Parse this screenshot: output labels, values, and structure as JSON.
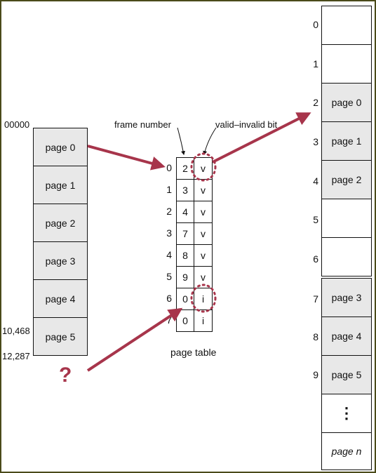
{
  "logical_memory": {
    "pages": [
      "page 0",
      "page 1",
      "page 2",
      "page 3",
      "page 4",
      "page 5"
    ],
    "addresses": {
      "start": "00000",
      "mid": "10,468",
      "end": "12,287"
    }
  },
  "page_table": {
    "caption": "page table",
    "frame_number_label": "frame number",
    "valid_bit_label": "valid–invalid bit",
    "rows": [
      {
        "index": "0",
        "frame": "2",
        "bit": "v"
      },
      {
        "index": "1",
        "frame": "3",
        "bit": "v"
      },
      {
        "index": "2",
        "frame": "4",
        "bit": "v"
      },
      {
        "index": "3",
        "frame": "7",
        "bit": "v"
      },
      {
        "index": "4",
        "frame": "8",
        "bit": "v"
      },
      {
        "index": "5",
        "frame": "9",
        "bit": "v"
      },
      {
        "index": "6",
        "frame": "0",
        "bit": "i"
      },
      {
        "index": "7",
        "frame": "0",
        "bit": "i"
      }
    ]
  },
  "physical_memory": {
    "frames": [
      {
        "index": "0",
        "content": ""
      },
      {
        "index": "1",
        "content": ""
      },
      {
        "index": "2",
        "content": "page 0"
      },
      {
        "index": "3",
        "content": "page 1"
      },
      {
        "index": "4",
        "content": "page 2"
      },
      {
        "index": "5",
        "content": ""
      },
      {
        "index": "6",
        "content": ""
      },
      {
        "index": "7",
        "content": "page 3"
      },
      {
        "index": "8",
        "content": "page 4"
      },
      {
        "index": "9",
        "content": "page 5"
      },
      {
        "index": "",
        "content": "⋮"
      },
      {
        "index": "",
        "content": "page n"
      }
    ]
  },
  "question_mark": "?",
  "colors": {
    "arrow": "#a7354b",
    "page_fill": "#e8e8e8",
    "frame": "#4a4a1a"
  }
}
